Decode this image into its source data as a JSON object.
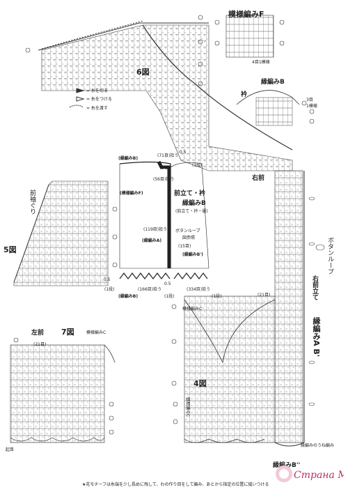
{
  "labels": {
    "pattern_f": "模様編みF",
    "fig6": "6図",
    "edge_b_top": "縁編みB",
    "collar": "衿",
    "row3": "3目",
    "one_row": "1模様",
    "right_front": "右前",
    "front_armhole": "前袖ぐり",
    "fig5": "5図",
    "left_front": "左前",
    "fig7": "7図",
    "pattern_c_top": "模様編みC",
    "button_loop_side": "ボタンループ",
    "right_front_band": "右前立て",
    "edge_a_b": "縁編みA B'",
    "pattern_c_mid": "模様編みC",
    "fig4": "4図",
    "pattern_c_left": "模様編みC",
    "edge_b_pp": "縁編みB''",
    "edge_a_pp_note": "縁編みのうね編み",
    "start_left": "起目",
    "footnote": "★花モチーフは糸端を少し長めに残して、わの作り目をして編み、あとから指定の位置に縫いつける",
    "row4_note": "4目1模様",
    "legend_cut": "= 糸を切る",
    "legend_join": "= 糸をつける",
    "legend_pass": "= 糸を渡す",
    "dim_21": "(21目)",
    "dim_21b": "(21目)"
  },
  "schematic": {
    "edge_b_top": "(縁編みB)",
    "dim_71": "(71目)拾う",
    "dim_05_top": "0.5",
    "dim_05_top_r": "(1段)",
    "dim_56": "(56目)拾う",
    "pattern_f": "(模様編みF)",
    "front_band": "前立て・衿",
    "edge_b": "縁編みB",
    "edge_sub": "(前立て・衿・裾)",
    "button_loop": "ボタンループ",
    "ref_fig": "図参照",
    "dim_119": "(119目)拾う",
    "edge_a": "(縁編みA)",
    "dim_15": "(15目)",
    "edge_bp": "(縁編みB')",
    "dim_05_bl": "0.5",
    "dim_05_bl2": "(1段)",
    "dim_166": "(166目)拾う",
    "dim_05_br": "0.5",
    "dim_334": "(334目)拾う",
    "edge_b_bottom": "(縁編みB)",
    "dim_1row": "(1段)",
    "dim_1row_b": "(1段)"
  },
  "stamp": {
    "text": "Страна Мам"
  }
}
